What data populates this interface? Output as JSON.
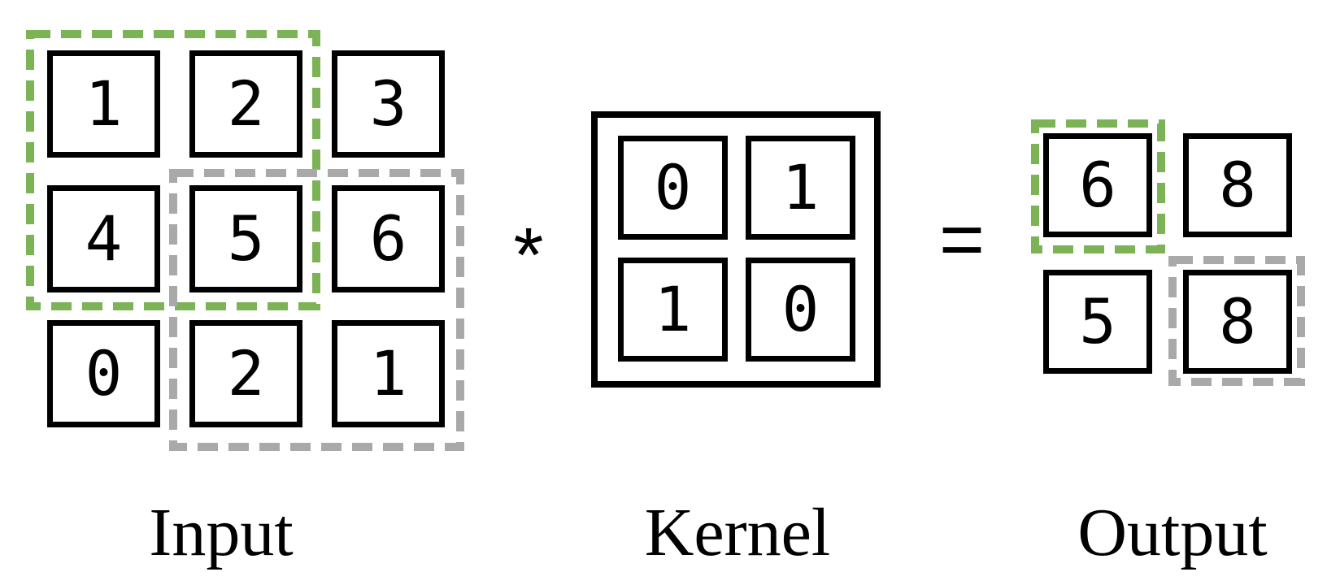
{
  "input": {
    "label": "Input",
    "cells": [
      "1",
      "2",
      "3",
      "4",
      "5",
      "6",
      "0",
      "2",
      "1"
    ]
  },
  "kernel": {
    "label": "Kernel",
    "cells": [
      "0",
      "1",
      "1",
      "0"
    ]
  },
  "output": {
    "label": "Output",
    "cells": [
      "6",
      "8",
      "5",
      "8"
    ]
  },
  "operators": {
    "convolution": "*",
    "equals": "="
  },
  "highlights": {
    "green_color": "#7CB356",
    "gray_color": "#A9A9A9",
    "input_green_window_values": [
      [
        "1",
        "2"
      ],
      [
        "4",
        "5"
      ]
    ],
    "input_gray_window_values": [
      [
        "5",
        "6"
      ],
      [
        "2",
        "1"
      ]
    ],
    "output_green_value": "6",
    "output_gray_value": "8"
  },
  "colors": {
    "border": "#000000",
    "background": "#FFFFFF"
  }
}
